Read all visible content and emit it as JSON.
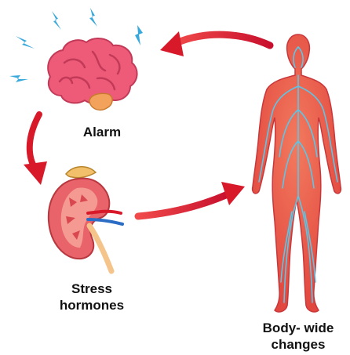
{
  "labels": {
    "alarm": "Alarm",
    "stress": [
      "Stress",
      "hormones"
    ],
    "body": [
      "Body- wide",
      "changes"
    ]
  },
  "colors": {
    "arrow": "#d7192a",
    "brain": "#ee5b78",
    "kidney": "#e8636a",
    "body": "#ee5a4f",
    "nerves": "#5bc6e8",
    "bolt": "#39a9db"
  },
  "icons": [
    "brain-icon",
    "kidney-icon",
    "human-body-icon",
    "lightning-bolt-icon"
  ]
}
